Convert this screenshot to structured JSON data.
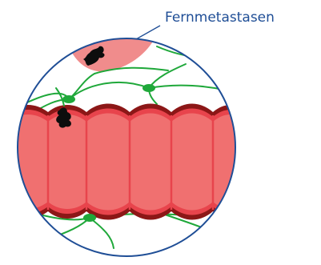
{
  "diagram": {
    "label": "Fernmetastasen",
    "colors": {
      "background": "#ffffff",
      "outline": "#1f4e96",
      "label_text": "#1f4e96",
      "vessel": "#1fa83a",
      "node": "#1fa83a",
      "colon_fill": "#f07070",
      "colon_band": "#e8444c",
      "colon_wall": "#8c1717",
      "metastasis_organ": "#f08c8c",
      "tumor": "#0d0d0d"
    },
    "icons": [
      "magnifier-circle",
      "colon-segment",
      "lymph-vessel",
      "lymph-node",
      "distant-organ",
      "tumor-cell"
    ]
  }
}
